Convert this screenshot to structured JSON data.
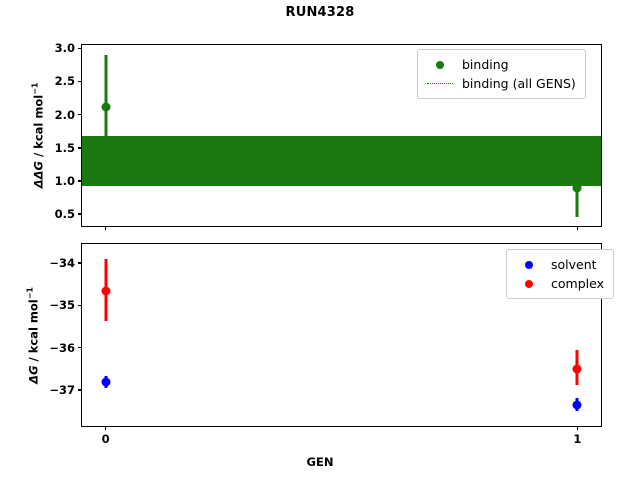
{
  "figure": {
    "title": "RUN4328",
    "xlabel": "GEN"
  },
  "colors": {
    "binding": "#1a7a0f",
    "solvent": "#0000ff",
    "complex": "#ff0000",
    "axis": "#000000",
    "background": "#ffffff"
  },
  "top_panel": {
    "ylabel_plain": "ΔΔG / kcal mol−1",
    "ylabel_main": "ΔΔG",
    "ylabel_unit": " / kcal mol",
    "ylabel_exp": "−1",
    "yticks": [
      "0.5",
      "1.0",
      "1.5",
      "2.0",
      "2.5",
      "3.0"
    ],
    "legend": [
      {
        "label": "binding",
        "marker": "dot",
        "color": "#1a7a0f"
      },
      {
        "label": "binding (all GENS)",
        "marker": "dotted-line",
        "color": "#1a7a0f"
      }
    ]
  },
  "bottom_panel": {
    "ylabel_main": "ΔG",
    "ylabel_unit": " / kcal mol",
    "ylabel_exp": "−1",
    "yticks": [
      "−37",
      "−36",
      "−35",
      "−34"
    ],
    "legend": [
      {
        "label": "solvent",
        "marker": "dot",
        "color": "#0000ff"
      },
      {
        "label": "complex",
        "marker": "dot",
        "color": "#ff0000"
      }
    ]
  },
  "xticks": [
    "0",
    "1"
  ],
  "chart_data": [
    {
      "type": "scatter",
      "panel": "top",
      "title": "RUN4328",
      "xlabel": "GEN",
      "ylabel": "ΔΔG / kcal mol^-1",
      "xlim": [
        -0.05,
        1.05
      ],
      "ylim": [
        0.32,
        3.05
      ],
      "yticks": [
        0.5,
        1.0,
        1.5,
        2.0,
        2.5,
        3.0
      ],
      "xticks": [
        0,
        1
      ],
      "grid": false,
      "legend_position": "upper right",
      "series": [
        {
          "name": "binding",
          "color": "#1a7a0f",
          "marker": "o",
          "x": [
            0,
            1
          ],
          "y": [
            2.12,
            0.9
          ],
          "yerr_low": [
            1.4,
            0.45
          ],
          "yerr_high": [
            2.9,
            1.68
          ]
        },
        {
          "name": "binding (all GENS)",
          "color": "#1a7a0f",
          "linestyle": "dotted",
          "band_low": 0.92,
          "band_high": 1.68,
          "note": "densely spaced dotted horizontal lines spanning full x-range"
        }
      ]
    },
    {
      "type": "scatter",
      "panel": "bottom",
      "xlabel": "GEN",
      "ylabel": "ΔG / kcal mol^-1",
      "xlim": [
        -0.05,
        1.05
      ],
      "ylim": [
        -37.85,
        -33.55
      ],
      "yticks": [
        -37,
        -36,
        -35,
        -34
      ],
      "xticks": [
        0,
        1
      ],
      "grid": false,
      "legend_position": "upper right",
      "series": [
        {
          "name": "solvent",
          "color": "#0000ff",
          "marker": "o",
          "x": [
            0,
            1
          ],
          "y": [
            -36.82,
            -37.35
          ],
          "yerr_low": [
            -36.95,
            -37.5
          ],
          "yerr_high": [
            -36.68,
            -37.2
          ]
        },
        {
          "name": "complex",
          "color": "#ff0000",
          "marker": "o",
          "x": [
            0,
            1
          ],
          "y": [
            -34.67,
            -36.5
          ],
          "yerr_low": [
            -35.38,
            -36.88
          ],
          "yerr_high": [
            -33.9,
            -36.05
          ]
        }
      ]
    }
  ]
}
